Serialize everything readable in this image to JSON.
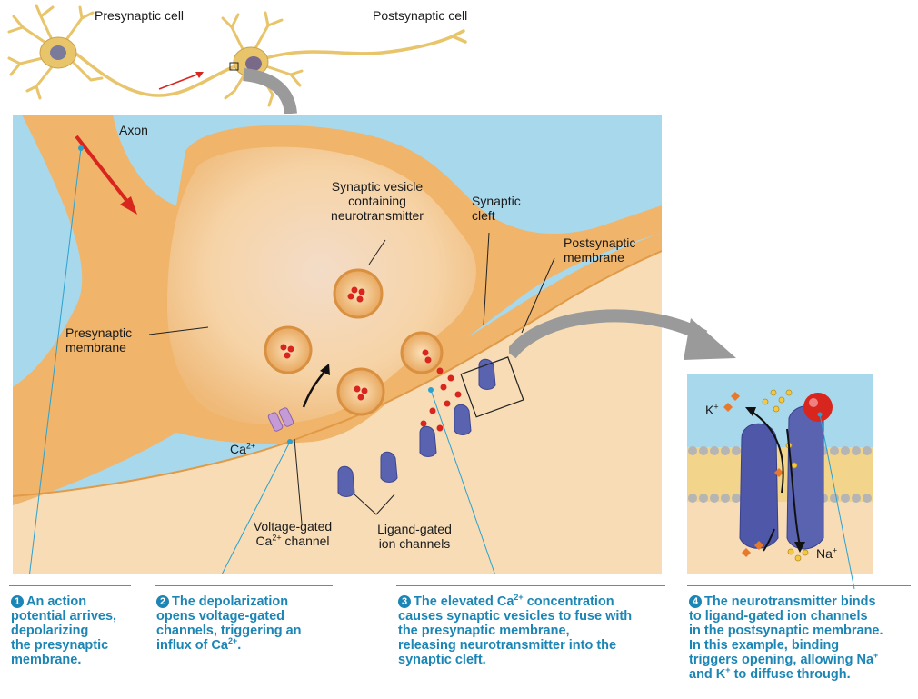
{
  "labels": {
    "presynaptic_cell": "Presynaptic cell",
    "postsynaptic_cell": "Postsynaptic cell",
    "axon": "Axon",
    "synaptic_vesicle": [
      "Synaptic vesicle",
      "containing",
      "neurotransmitter"
    ],
    "synaptic_cleft": [
      "Synaptic",
      "cleft"
    ],
    "postsynaptic_membrane": [
      "Postsynaptic",
      "membrane"
    ],
    "presynaptic_membrane": [
      "Presynaptic",
      "membrane"
    ],
    "ca": "Ca",
    "ca_sup": "2+",
    "voltage_gated_1": "Voltage-gated",
    "voltage_gated_2a": "Ca",
    "voltage_gated_2sup": "2+",
    "voltage_gated_2b": " channel",
    "ligand_gated": [
      "Ligand-gated",
      "ion channels"
    ],
    "k": "K",
    "k_sup": "+",
    "na": "Na",
    "na_sup": "+"
  },
  "steps": [
    {
      "num": "1",
      "lines": [
        "An action",
        "potential arrives,",
        "depolarizing",
        "the presynaptic",
        "membrane."
      ]
    },
    {
      "num": "2",
      "lines": [
        "The depolarization",
        "opens voltage-gated",
        "channels, triggering an"
      ],
      "last_a": "influx of Ca",
      "last_sup": "2+",
      "last_b": "."
    },
    {
      "num": "3",
      "first_a": "The elevated Ca",
      "first_sup": "2+",
      "first_b": " concentration",
      "lines": [
        "causes synaptic vesicles to fuse with",
        "the presynaptic membrane,",
        "releasing neurotransmitter into the",
        "synaptic cleft."
      ]
    },
    {
      "num": "4",
      "lines": [
        "The neurotransmitter binds",
        "to ligand-gated ion channels",
        "in the postsynaptic membrane.",
        "In this example, binding"
      ],
      "line5_a": "triggers opening, allowing Na",
      "line5_sup": "+",
      "line6_a": "and K",
      "line6_sup": "+",
      "line6_b": " to diffuse through."
    }
  ],
  "colors": {
    "cell": "#f0b46a",
    "cell_light": "#f7d9a8",
    "extracellular": "#9fd3ea",
    "step_text": "#1b86b5",
    "channel": "#5a63b0",
    "vesicle_dot": "#d8261f"
  }
}
